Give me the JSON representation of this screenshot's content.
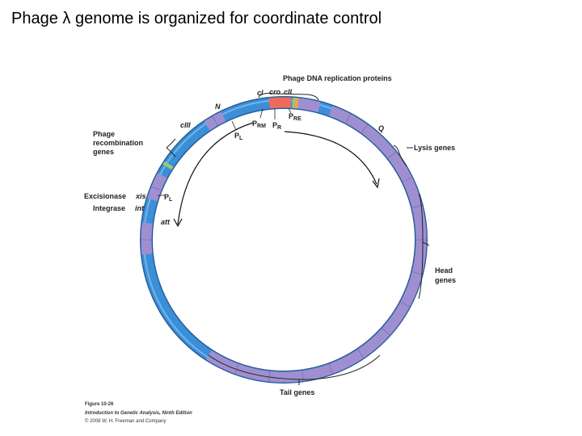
{
  "slide": {
    "title": "Phage λ genome is organized for coordinate control"
  },
  "diagram": {
    "labels": {
      "phage_dna_replication_proteins": "Phage DNA replication proteins",
      "ci": "cI",
      "cro": "cro",
      "cii": "cII",
      "n": "N",
      "ciii": "cIII",
      "q": "Q",
      "phage_recombination_genes": [
        "Phage",
        "recombination",
        "genes"
      ],
      "prm_p": "P",
      "prm_sub": "RM",
      "pr_p": "P",
      "pr_sub": "R",
      "pre_p": "P",
      "pre_sub": "RE",
      "pl_p": "P",
      "pl_sub": "L",
      "lysis_genes": "Lysis genes",
      "excisionase": "Excisionase",
      "xis": "xis",
      "integrase": "Integrase",
      "int": "int",
      "att": "att",
      "head_genes": [
        "Head",
        "genes"
      ],
      "tail_genes": "Tail genes"
    },
    "caption": {
      "figure": "Figure 10-26",
      "book": "Introduction to Genetic Analysis, Ninth Edition",
      "copyright": "© 2008 W. H. Freeman and Company"
    },
    "colors": {
      "dna_blue": "#3a8fd8",
      "gene_purple": "#9f8fd0",
      "ci_red": "#ee6b5a",
      "cro_green": "#9bc96b",
      "cii_orange": "#f2a24a"
    }
  }
}
